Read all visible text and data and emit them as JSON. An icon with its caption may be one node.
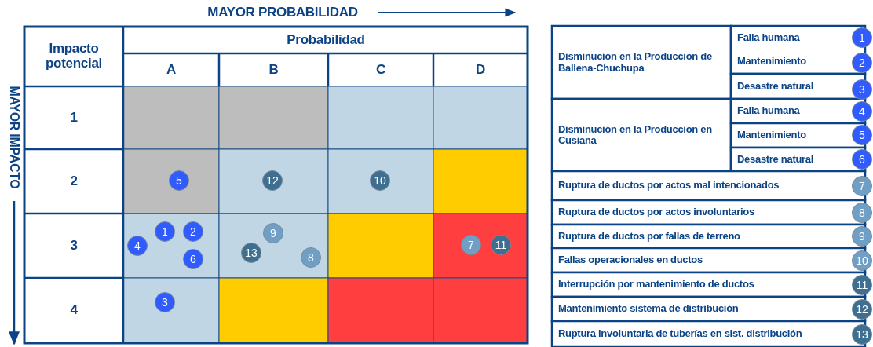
{
  "diagram": {
    "labels": [
      "MAYOR PROBABILIDAD",
      "MAYOR IMPACTO",
      "Impacto potencial",
      "Probabilidad",
      "A",
      "B",
      "C",
      "D",
      "1",
      "2",
      "5",
      "12",
      "10",
      "3",
      "1",
      "2",
      "9",
      "4",
      "13",
      "7",
      "11",
      "6",
      "8",
      "4",
      "3",
      "Disminución en la Producción de Ballena-Chuchupa",
      "Falla humana",
      "1",
      "Mantenimiento",
      "2",
      "Desastre natural",
      "3",
      "Disminución en la Producción en Cusiana",
      "Falla humana",
      "4",
      "Mantenimiento",
      "5",
      "Desastre natural",
      "6",
      "Ruptura de ductos por actos mal intencionados",
      "7",
      "Ruptura de ductos por actos involuntarios",
      "8",
      "Ruptura de ductos por fallas de terreno",
      "9",
      "Fallas operacionales en ductos",
      "10",
      "Interrupción por mantenimiento de ductos",
      "11",
      "Mantenimiento sistema de distribución",
      "12",
      "Ruptura involuntaria de tuberías en sist. distribución",
      "13"
    ]
  }
}
